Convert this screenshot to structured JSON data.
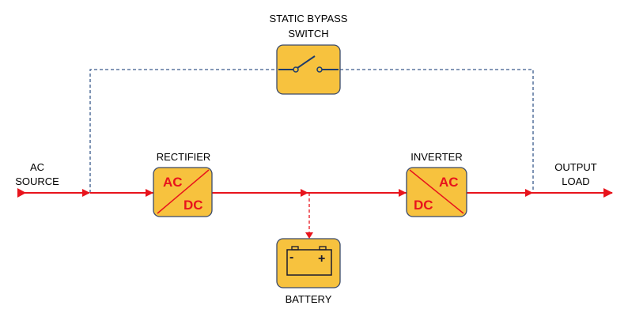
{
  "labels": {
    "ac_source": [
      "AC",
      "SOURCE"
    ],
    "output_load": [
      "OUTPUT",
      "LOAD"
    ],
    "static_bypass_switch": [
      "STATIC BYPASS",
      "SWITCH"
    ],
    "rectifier": "RECTIFIER",
    "inverter": "INVERTER",
    "battery": "BATTERY"
  },
  "rectifier_box": {
    "top_text": "AC",
    "bottom_text": "DC"
  },
  "inverter_box": {
    "top_text": "AC",
    "bottom_text": "DC"
  },
  "battery_box": {
    "minus": "-",
    "plus": "+"
  },
  "colors": {
    "main_path": "#e8141c",
    "bypass_path": "#3a5a8c",
    "box_fill": "#f7c23e",
    "box_stroke": "#3a4a6b",
    "text": "#000000"
  }
}
